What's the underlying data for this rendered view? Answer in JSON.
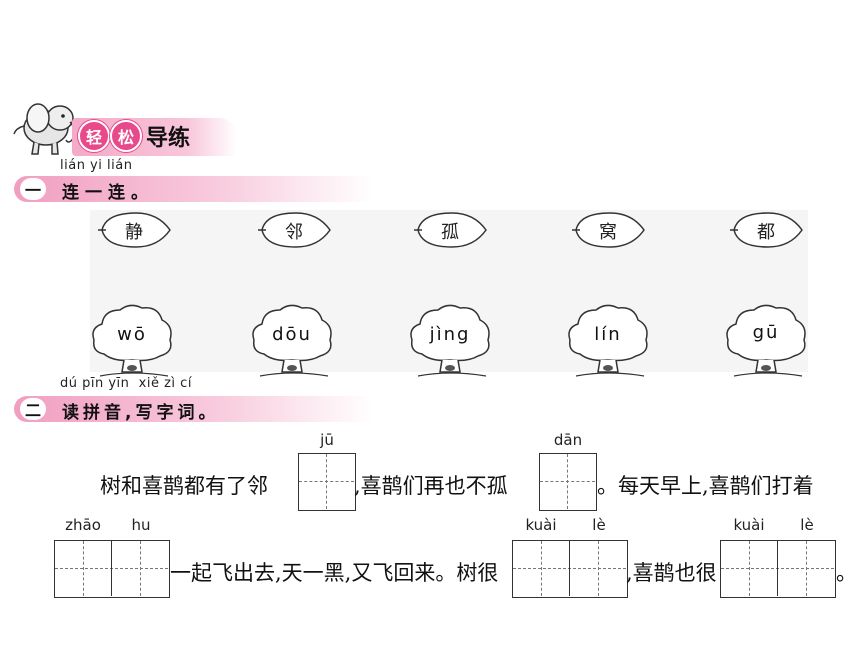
{
  "header": {
    "badge1": "轻",
    "badge2": "松",
    "title": "导练"
  },
  "section1": {
    "pinyin": "lián yi lián",
    "number": "一",
    "title": "连一连。",
    "leaves": [
      "静",
      "邻",
      "孤",
      "窝",
      "都"
    ],
    "trees": [
      "wō",
      "dōu",
      "jìng",
      "lín",
      "gū"
    ]
  },
  "section2": {
    "pinyin": "dú pīn yīn  xiě zì cí",
    "number": "二",
    "title": "读拼音,写字词。",
    "line1": {
      "text_a": "树和喜鹊都有了邻",
      "box1_pinyin": "jū",
      "text_b": ",喜鹊们再也不孤",
      "box2_pinyin": "dān",
      "text_c": "。每天早上,喜鹊们打着"
    },
    "line2": {
      "box3_pinyin_1": "zhāo",
      "box3_pinyin_2": "hu",
      "text_d": "一起飞出去,天一黑,又飞回来。树很",
      "box4_pinyin_1": "kuài",
      "box4_pinyin_2": "lè",
      "text_e": ",喜鹊也很",
      "box5_pinyin_1": "kuài",
      "box5_pinyin_2": "lè",
      "text_f": "。"
    }
  },
  "colors": {
    "accent_pink": "#e8498b",
    "band_pink": "#f4a9c8",
    "match_bg": "#f5f5f5"
  }
}
